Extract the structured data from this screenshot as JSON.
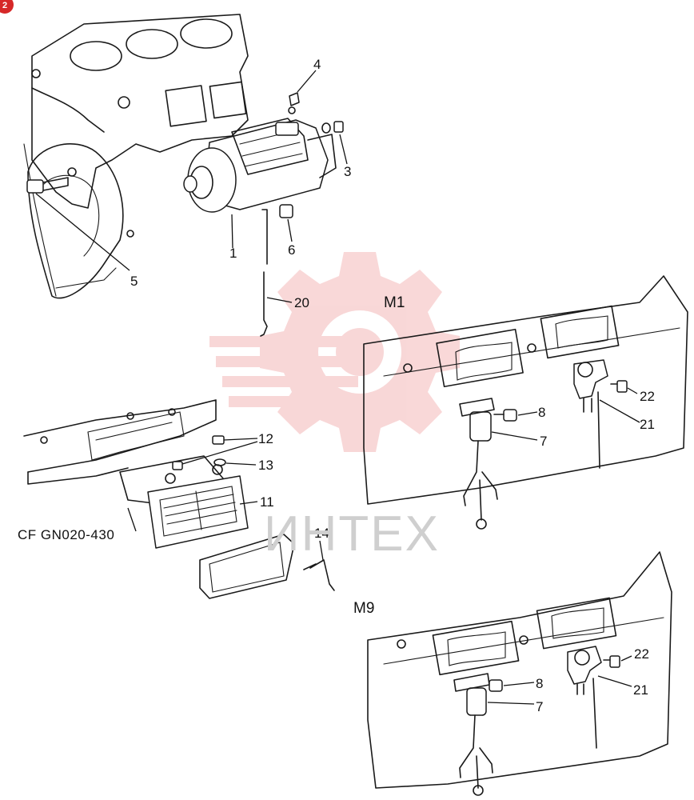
{
  "corner_badge": "2",
  "watermark": {
    "text": "ИНТЕХ",
    "color": "#f4b8b8"
  },
  "views": {
    "m1": "M1",
    "m9": "M9"
  },
  "reference": "CF GN020-430",
  "parts": {
    "p1": "1",
    "p3": "3",
    "p4": "4",
    "p5": "5",
    "p6": "6",
    "p20": "20",
    "p12": "12",
    "p13": "13",
    "p11": "11",
    "p14": "14",
    "m1_p7": "7",
    "m1_p8": "8",
    "m1_p21": "21",
    "m1_p22": "22",
    "m9_p7": "7",
    "m9_p8": "8",
    "m9_p21": "21",
    "m9_p22": "22"
  }
}
